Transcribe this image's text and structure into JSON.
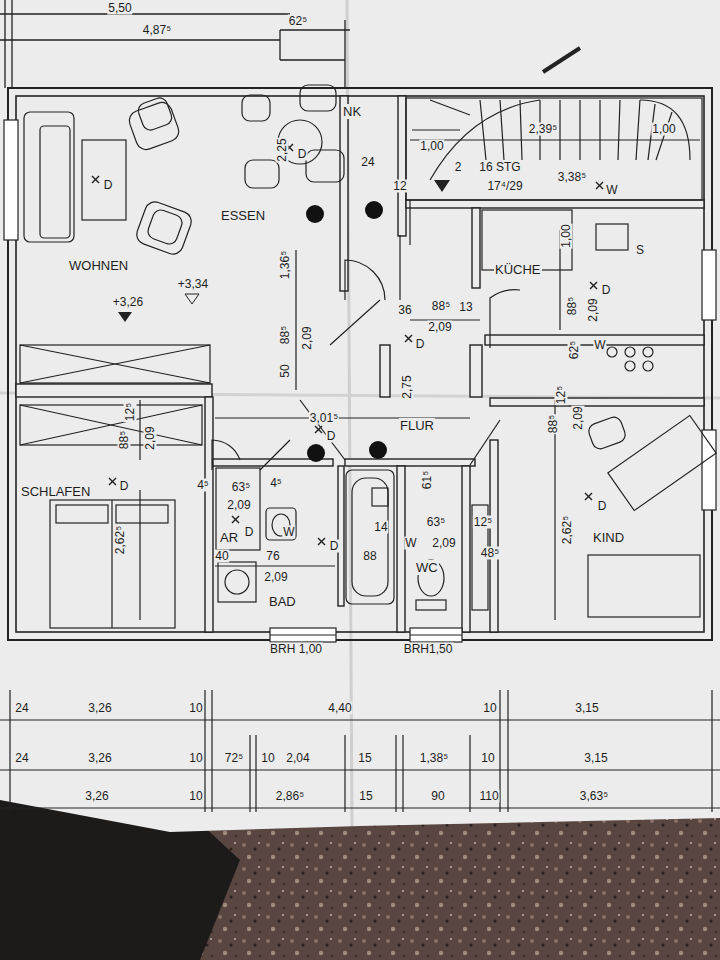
{
  "diagram": {
    "nodes": [
      {
        "text": [
          "WOHNEN"
        ]
      },
      {
        "text": [
          "ESSEN"
        ]
      },
      {
        "text": [
          "NK"
        ]
      },
      {
        "text": [
          "KÜCHE"
        ]
      },
      {
        "text": [
          "FLUR"
        ]
      },
      {
        "text": [
          "SCHLAFEN"
        ]
      },
      {
        "text": [
          "AR"
        ]
      },
      {
        "text": [
          "BAD"
        ]
      },
      {
        "text": [
          "WC"
        ]
      },
      {
        "text": [
          "KIND"
        ]
      }
    ],
    "labels": [
      "5,50",
      "4,87⁵",
      "62⁵",
      "2,25",
      "D",
      "D",
      "24",
      "1,00",
      "2,39⁵",
      "1,00",
      "2",
      "16 STG",
      "17⁴/29",
      "3,38⁵",
      "W",
      "12",
      "1,00",
      "S",
      "1,36⁵",
      "88⁵",
      "2,09",
      "50",
      "+3,26",
      "+3,34",
      "36",
      "88⁵",
      "13",
      "2,09",
      "D",
      "2,75",
      "D",
      "88⁵",
      "2,09",
      "62⁵",
      "W",
      "3,01⁵",
      "D",
      "88⁵",
      "12⁵",
      "2,09",
      "D",
      "88⁵",
      "12⁵",
      "2,09",
      "4⁵",
      "63⁵",
      "4⁵",
      "2,09",
      "D",
      "W",
      "2,62⁵",
      "D",
      "40",
      "76",
      "88",
      "2,09",
      "14",
      "61⁵",
      "63⁵",
      "12⁵",
      "W",
      "2,09",
      "48⁵",
      "D",
      "2,62⁵",
      "BRH 1,00",
      "BRH1,50",
      "24",
      "3,26",
      "10",
      "4,40",
      "10",
      "3,15",
      "24",
      "3,26",
      "10",
      "72⁵",
      "10",
      "2,04",
      "15",
      "1,38⁵",
      "10",
      "3,15",
      "3,26",
      "10",
      "2,86⁵",
      "15",
      "90",
      "110",
      "3,63⁵"
    ]
  }
}
